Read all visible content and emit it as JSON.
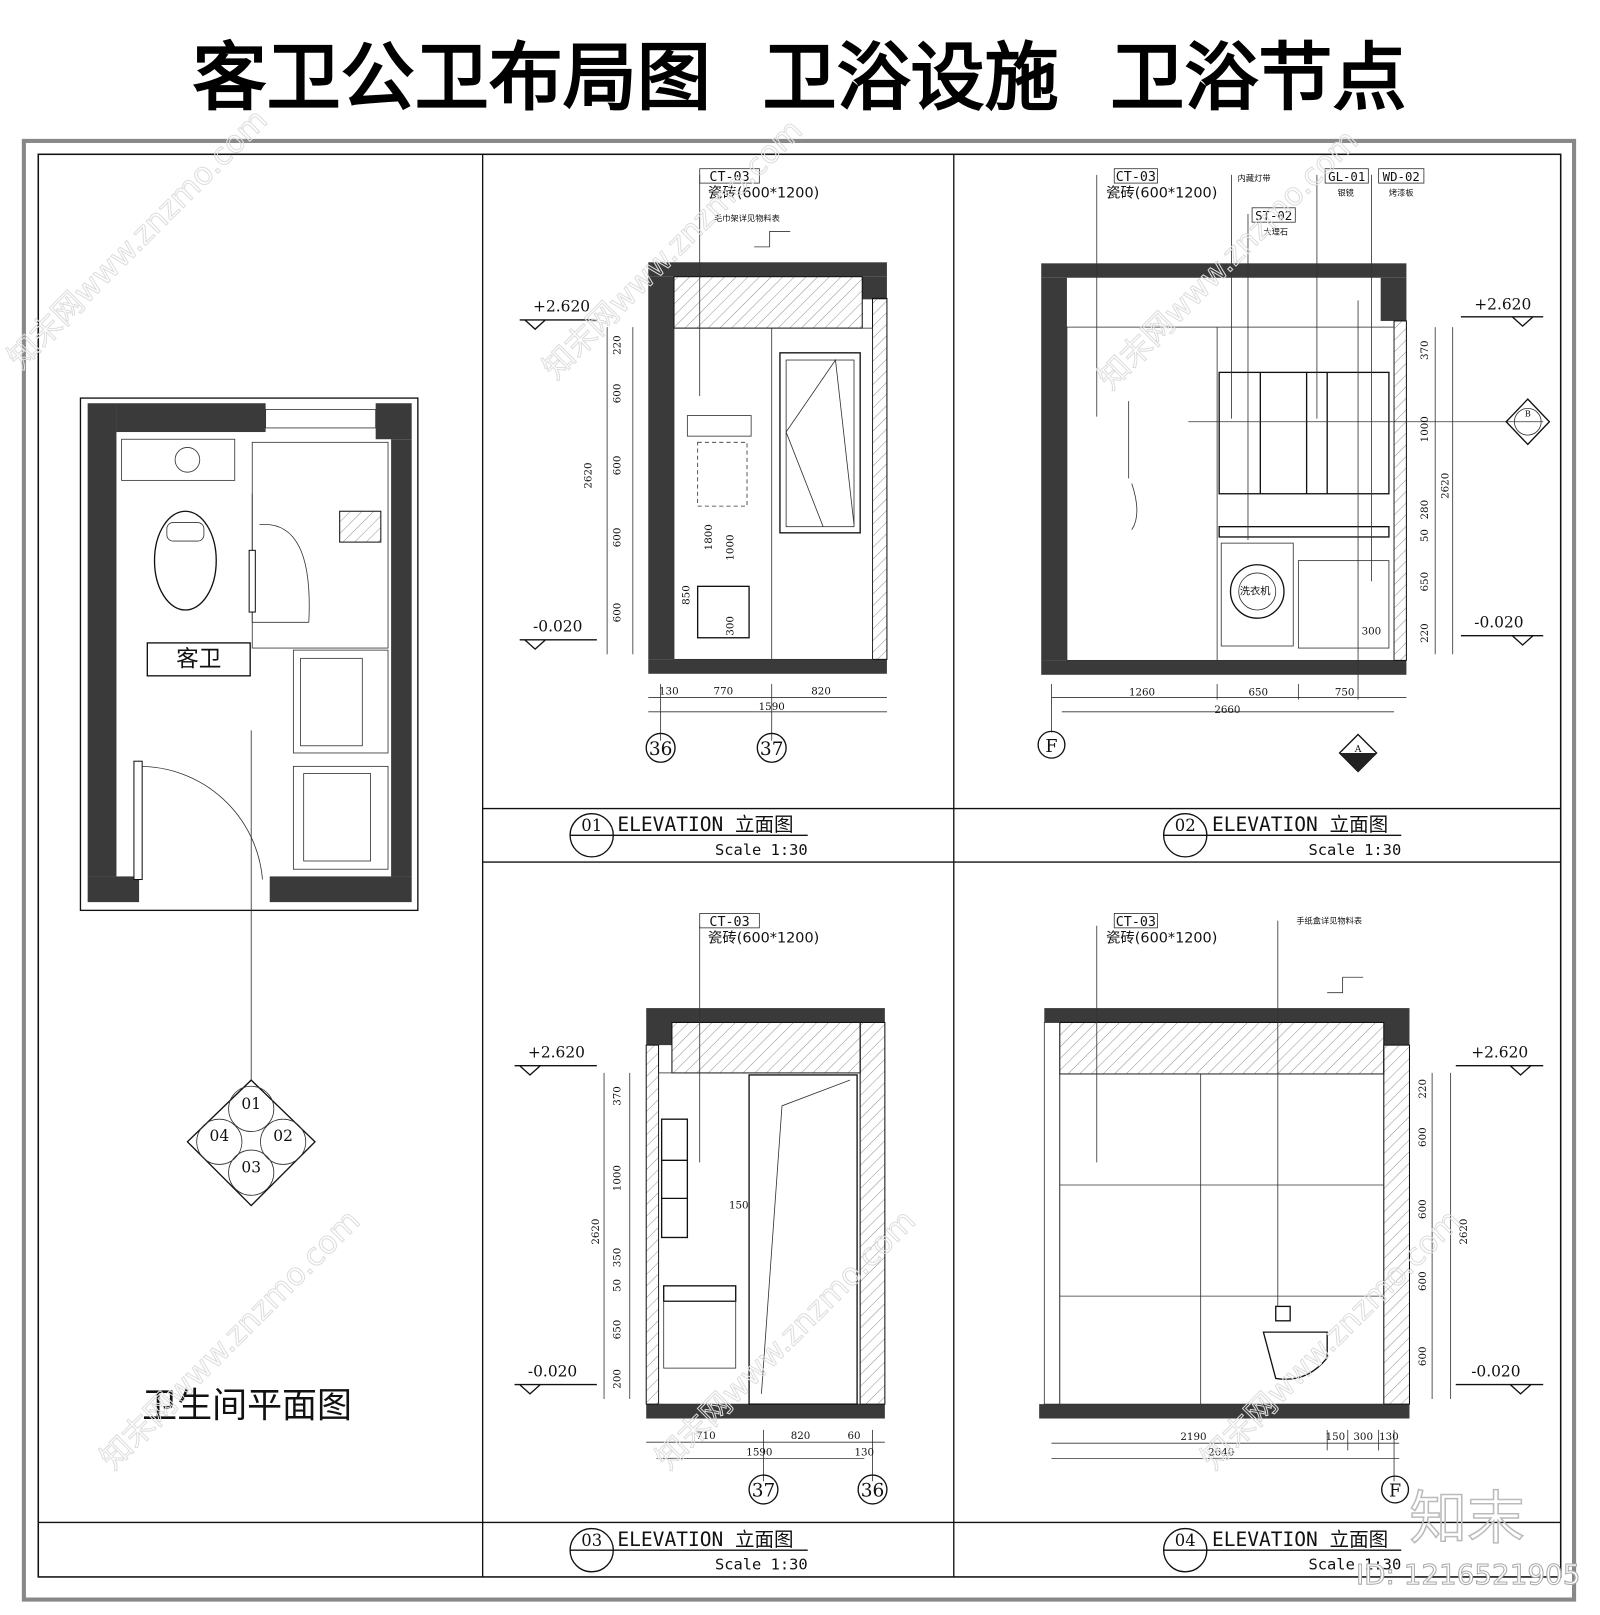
{
  "title": "客卫公卫布局图  卫浴设施  卫浴节点",
  "plan": {
    "label": "卫生间平面图",
    "room_label": "客卫",
    "index": [
      "01",
      "02",
      "03",
      "04"
    ]
  },
  "elevations": [
    {
      "no": "01",
      "title": "ELEVATION 立面图",
      "scale": "Scale 1:30",
      "level_top": "+2.620",
      "level_bottom": "-0.020",
      "tag": "CT-03",
      "tag_desc": "瓷砖(600*1200)",
      "note": "毛巾架详见物料表",
      "v_dims": [
        "220",
        "600",
        "600",
        "600",
        "600"
      ],
      "total": "2620",
      "h_dims": [
        "130",
        "770",
        "820"
      ],
      "h_total": "1590",
      "inner_dims": [
        "1800",
        "1000",
        "850",
        "300"
      ],
      "axes": [
        "36",
        "37"
      ]
    },
    {
      "no": "02",
      "title": "ELEVATION 立面图",
      "scale": "Scale 1:30",
      "level_top": "+2.620",
      "level_bottom": "-0.020",
      "tag": "CT-03",
      "tag_desc": "瓷砖(600*1200)",
      "tags": [
        {
          "code": "ST-02",
          "desc": "大理石"
        },
        {
          "code": "GL-01",
          "desc": "银镜"
        },
        {
          "code": "WD-02",
          "desc": "烤漆板"
        }
      ],
      "note": "内藏灯带",
      "v_dims": [
        "370",
        "1000",
        "280",
        "50",
        "650",
        "220"
      ],
      "total": "2620",
      "h_dims": [
        "1260",
        "650",
        "750"
      ],
      "h_total": "2660",
      "inner_dims": [
        "300"
      ],
      "washer": "洗衣机",
      "axes": [
        "F"
      ],
      "section_marks": [
        "A",
        "B"
      ]
    },
    {
      "no": "03",
      "title": "ELEVATION 立面图",
      "scale": "Scale 1:30",
      "level_top": "+2.620",
      "level_bottom": "-0.020",
      "tag": "CT-03",
      "tag_desc": "瓷砖(600*1200)",
      "v_dims": [
        "370",
        "1000",
        "350",
        "50",
        "650",
        "200"
      ],
      "total": "2620",
      "h_dims": [
        "710",
        "820",
        "60"
      ],
      "h_total": "1590",
      "extra_dims": [
        "130",
        "150"
      ],
      "axes": [
        "37",
        "36"
      ]
    },
    {
      "no": "04",
      "title": "ELEVATION 立面图",
      "scale": "Scale 1:30",
      "level_top": "+2.620",
      "level_bottom": "-0.020",
      "tag": "CT-03",
      "tag_desc": "瓷砖(600*1200)",
      "note": "手纸盒详见物料表",
      "v_dims": [
        "220",
        "600",
        "600",
        "600",
        "600"
      ],
      "total": "2620",
      "h_dims": [
        "2190",
        "150",
        "300",
        "130"
      ],
      "h_total": "2640",
      "axes": [
        "F"
      ]
    }
  ],
  "watermark": {
    "logo": "知末",
    "id": "ID: 1216521905",
    "site": "知末网www.znzmo.com"
  }
}
